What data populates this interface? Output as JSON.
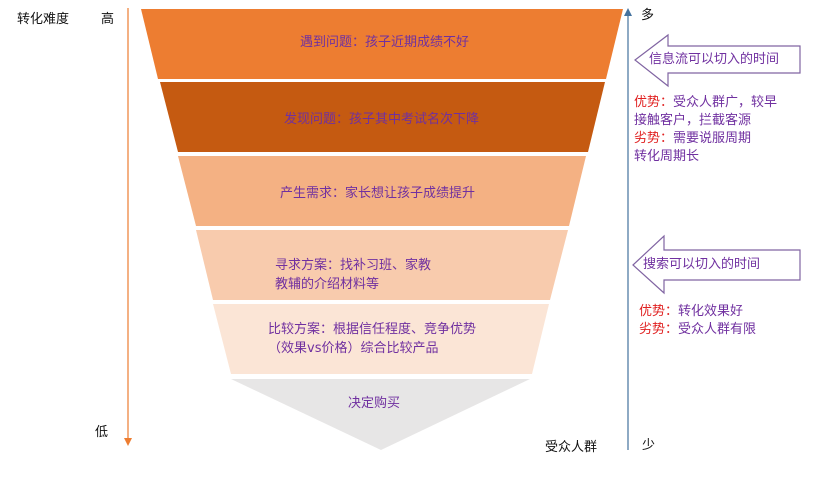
{
  "axis_left": {
    "title": "转化难度",
    "top_label": "高",
    "bottom_label": "低",
    "color": "#ED7D31"
  },
  "axis_right": {
    "title": "受众人群",
    "top_label": "多",
    "bottom_label": "少",
    "color": "#44729E"
  },
  "funnel": {
    "stages": [
      {
        "label": "遇到问题：孩子近期成绩不好",
        "color": "#ED7D31"
      },
      {
        "label": "发现问题：孩子其中考试名次下降",
        "color": "#C55A11"
      },
      {
        "label": "产生需求：家长想让孩子成绩提升",
        "color": "#F4B183"
      },
      {
        "label_line1": "寻求方案：找补习班、家教",
        "label_line2": "教辅的介绍材料等",
        "color": "#F8CBAD"
      },
      {
        "label_line1": "比较方案：根据信任程度、竞争优势",
        "label_line2": "（效果vs价格）综合比较产品",
        "color": "#FBE5D6"
      },
      {
        "label": "决定购买",
        "color": "#E7E6E6"
      }
    ],
    "text_color": "#7030A0"
  },
  "callouts": [
    {
      "arrow_label": "信息流可以切入的时间",
      "advantage_key": "优势：",
      "advantage_text_line1": "受众人群广，较早",
      "advantage_text_line2": "接触客户，拦截客源",
      "disadvantage_key": "劣势：",
      "disadvantage_text_line1": "需要说服周期",
      "disadvantage_text_line2": "转化周期长"
    },
    {
      "arrow_label": "搜索可以切入的时间",
      "advantage_key": "优势：",
      "advantage_text": "转化效果好",
      "disadvantage_key": "劣势：",
      "disadvantage_text": "受众人群有限"
    }
  ],
  "colors": {
    "arrow_outline": "#8064A2",
    "key_red": "#E02020",
    "text_purple": "#7030A0"
  }
}
